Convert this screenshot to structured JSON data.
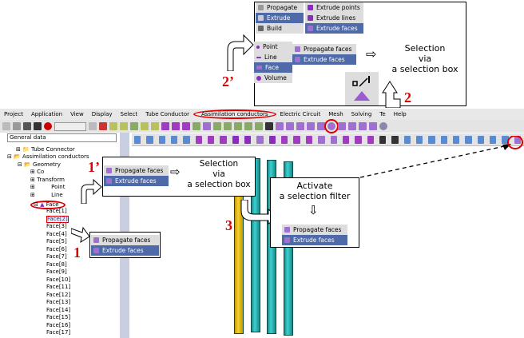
{
  "menubar": [
    "Project",
    "Application",
    "View",
    "Display",
    "Select",
    "Tube Conductor",
    "Assimilation conductors",
    "Electric Circuit",
    "Mesh",
    "Solving",
    "Te",
    "Help"
  ],
  "combo": "General data",
  "tree": [
    "Tube Connector",
    "Assimilation conductors",
    "Geometry",
    "Co",
    "Transform",
    "Point",
    "Line",
    "Face",
    "Face[1]",
    "Face[2]",
    "Face[3]",
    "Face[4]",
    "Face[5]",
    "Face[6]",
    "Face[7]",
    "Face[8]",
    "Face[9]",
    "Face[10]",
    "Face[11]",
    "Face[12]",
    "Face[13]",
    "Face[14]",
    "Face[15]",
    "Face[16]",
    "Face[17]"
  ],
  "top_callout": {
    "menu1": [
      "Propagate",
      "Extrude",
      "Build"
    ],
    "menu2": [
      "Extrude points",
      "Extrude lines",
      "Extrude faces"
    ],
    "menu3": [
      "Point",
      "Line",
      "Face",
      "Volume"
    ],
    "menu4": [
      "Propagate faces",
      "Extrude faces"
    ],
    "text": [
      "Selection",
      "via",
      "a selection box"
    ]
  },
  "callout_1p": {
    "menu": [
      "Propagate faces",
      "Extrude faces"
    ],
    "text": [
      "Selection",
      "via",
      "a selection box"
    ]
  },
  "callout_1": {
    "menu": [
      "Propagate faces",
      "Extrude faces"
    ]
  },
  "callout_3": {
    "text": [
      "Activate",
      "a selection filter"
    ],
    "menu": [
      "Propagate faces",
      "Extrude faces"
    ]
  },
  "labels": {
    "l1": "1",
    "l1p": "1’",
    "l2": "2",
    "l2p": "2’",
    "l3": "3"
  },
  "colors": {
    "selected": "#4f6aa8",
    "annotation": "#dd0000"
  }
}
